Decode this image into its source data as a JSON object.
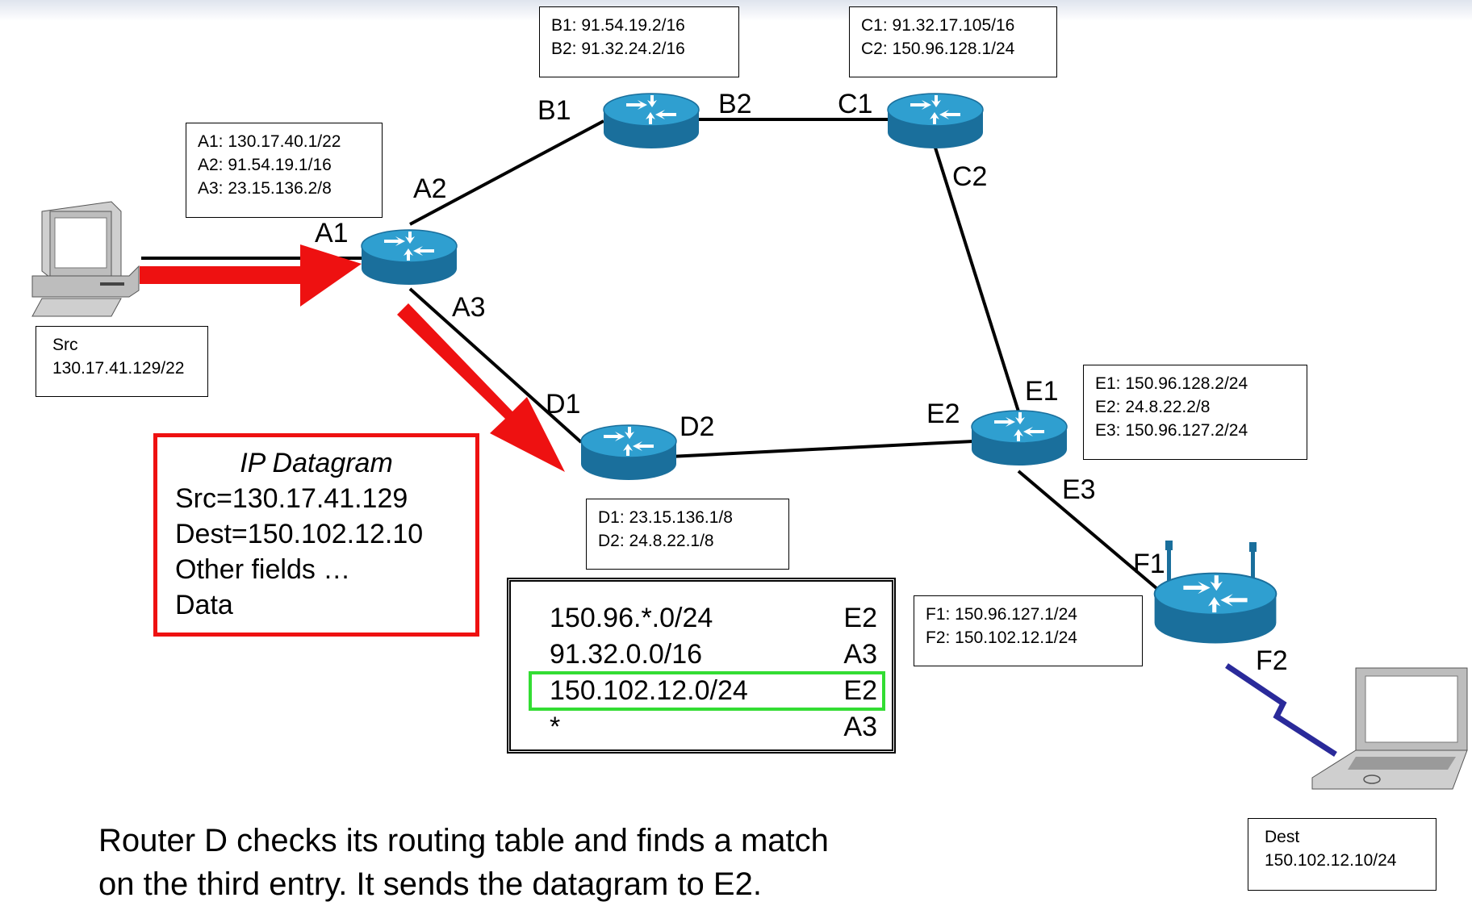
{
  "routers": [
    {
      "id": "A",
      "ports": [
        "A1",
        "A2",
        "A3"
      ],
      "box": [
        "A1: 130.17.40.1/22",
        "A2: 91.54.19.1/16",
        "A3: 23.15.136.2/8"
      ]
    },
    {
      "id": "B",
      "ports": [
        "B1",
        "B2"
      ],
      "box": [
        "B1: 91.54.19.2/16",
        "B2: 91.32.24.2/16"
      ]
    },
    {
      "id": "C",
      "ports": [
        "C1",
        "C2"
      ],
      "box": [
        "C1: 91.32.17.105/16",
        "C2: 150.96.128.1/24"
      ]
    },
    {
      "id": "D",
      "ports": [
        "D1",
        "D2"
      ],
      "box": [
        "D1: 23.15.136.1/8",
        "D2: 24.8.22.1/8"
      ]
    },
    {
      "id": "E",
      "ports": [
        "E1",
        "E2",
        "E3"
      ],
      "box": [
        "E1: 150.96.128.2/24",
        "E2: 24.8.22.2/8",
        "E3: 150.96.127.2/24"
      ]
    },
    {
      "id": "F",
      "ports": [
        "F1",
        "F2"
      ],
      "box": [
        "F1:  150.96.127.1/24",
        "F2: 150.102.12.1/24"
      ]
    }
  ],
  "src": {
    "label": "Src",
    "ip": "130.17.41.129/22"
  },
  "dest": {
    "label": "Dest",
    "ip": "150.102.12.10/24"
  },
  "datagram": {
    "title": "IP Datagram",
    "lines": [
      "Src=130.17.41.129",
      "Dest=150.102.12.10",
      "Other fields …",
      "Data"
    ]
  },
  "routing_table": [
    {
      "dest": "150.96.*.0/24",
      "gw": "E2",
      "highlight": false
    },
    {
      "dest": "91.32.0.0/16",
      "gw": "A3",
      "highlight": false
    },
    {
      "dest": "150.102.12.0/24",
      "gw": "E2",
      "highlight": true
    },
    {
      "dest": "*",
      "gw": "A3",
      "highlight": false
    }
  ],
  "caption": [
    "Router D checks its routing table and finds a match",
    "on the third entry. It sends the datagram to E2."
  ],
  "colors": {
    "arrow": "#ee1111",
    "highlight": "#33dd33",
    "router_top": "#2f9fd0",
    "router_side": "#1a6f9c",
    "wireless": "#2a2a9a"
  },
  "icons": [
    "router-icon",
    "desktop-computer-icon",
    "laptop-computer-icon",
    "arrow-icon"
  ]
}
